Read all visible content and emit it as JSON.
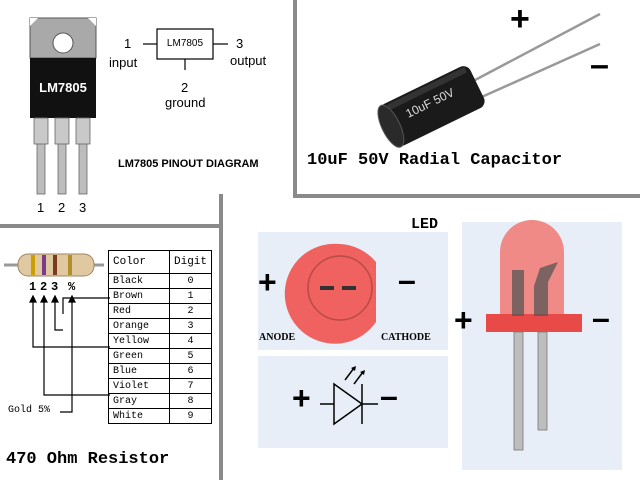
{
  "regulator": {
    "part_label": "LM7805",
    "caption": "LM7805 PINOUT DIAGRAM",
    "pins": [
      "1",
      "2",
      "3"
    ],
    "schematic": {
      "box_label": "LM7805",
      "pin1_num": "1",
      "pin1_name": "input",
      "pin2_num": "2",
      "pin2_name": "ground",
      "pin3_num": "3",
      "pin3_name": "output"
    }
  },
  "capacitor": {
    "caption": "10uF 50V Radial Capacitor",
    "body_text": "10uF 50V",
    "plus": "+",
    "minus": "–"
  },
  "resistor": {
    "caption": "470 Ohm Resistor",
    "band_numbers": [
      "1",
      "2",
      "3",
      "%"
    ],
    "tolerance_label": "Gold 5%",
    "table_headers": [
      "Color",
      "Digit"
    ],
    "table_rows": [
      [
        "Black",
        "0"
      ],
      [
        "Brown",
        "1"
      ],
      [
        "Red",
        "2"
      ],
      [
        "Orange",
        "3"
      ],
      [
        "Yellow",
        "4"
      ],
      [
        "Green",
        "5"
      ],
      [
        "Blue",
        "6"
      ],
      [
        "Violet",
        "7"
      ],
      [
        "Gray",
        "8"
      ],
      [
        "White",
        "9"
      ]
    ]
  },
  "led": {
    "title": "LED",
    "anode_label": "ANODE",
    "cathode_label": "CATHODE",
    "plus": "+",
    "minus": "–",
    "colors": {
      "led_red": "#f0625f",
      "panel_blue": "#e8eef8"
    }
  }
}
